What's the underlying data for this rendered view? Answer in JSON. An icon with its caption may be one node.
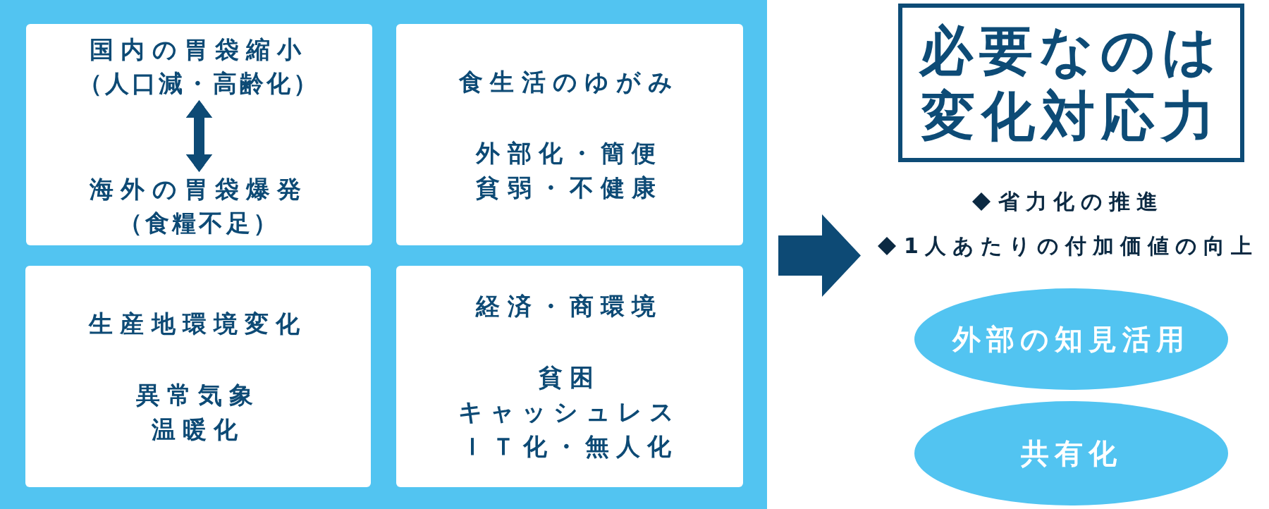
{
  "diagram": {
    "nodes": [
      {
        "text": [],
        "shape": "box"
      },
      {
        "text": [],
        "shape": "box",
        "in": 0
      },
      {
        "text": [
          "国内の胃袋縮小",
          "（人口減・高齢化）"
        ],
        "in": 1
      },
      {
        "text": [
          "海外の胃袋爆発",
          "（食糧不足）"
        ],
        "in": 1
      },
      {
        "text": [
          "食生活のゆがみ",
          "外部化・簡便",
          "貧弱・不健康"
        ],
        "in": 0
      },
      {
        "text": [
          "生産地環境変化",
          "異常気象",
          "温暖化"
        ],
        "in": 0
      },
      {
        "text": [
          "経済・商環境",
          "貧困",
          "キャッシュレス",
          "ＩＴ化・無人化"
        ],
        "in": 0
      },
      {
        "text": [
          "必要なのは変化対応力"
        ]
      },
      {
        "text": [
          "外部の知見活用"
        ]
      },
      {
        "text": [
          "共有化"
        ]
      }
    ],
    "edges": [
      {
        "from": 2,
        "to": 3,
        "arrow": "both"
      }
    ],
    "labels": [
      "省力化の推進",
      "1人あたりの付加価値の向上"
    ]
  }
}
